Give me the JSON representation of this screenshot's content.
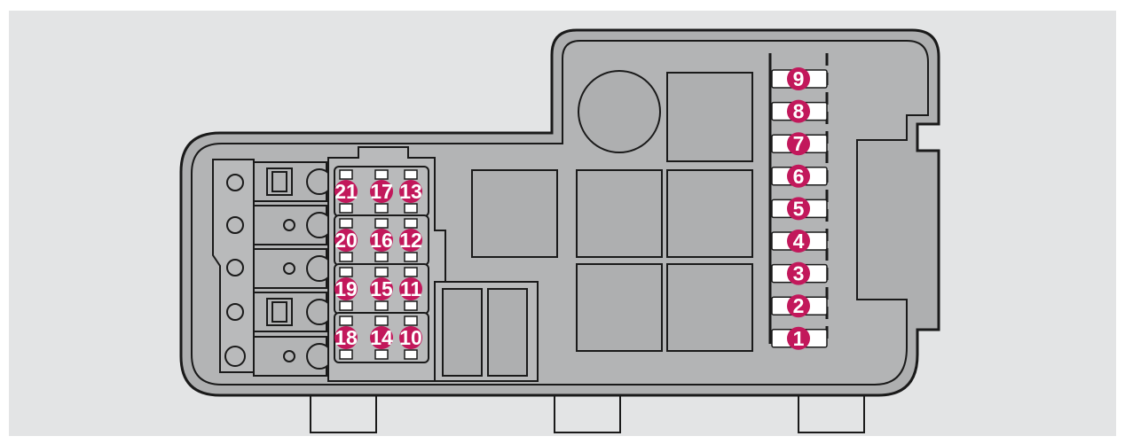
{
  "colors": {
    "background": "#e3e4e5",
    "housing": "#aeafb0",
    "housing_inner": "#b7b8b9",
    "outline": "#1a1a1a",
    "fuse_number": "#c2185b",
    "fuse_blade": "#ffffff"
  },
  "small_fuses": [
    {
      "id": "21"
    },
    {
      "id": "17"
    },
    {
      "id": "13"
    },
    {
      "id": "20"
    },
    {
      "id": "16"
    },
    {
      "id": "12"
    },
    {
      "id": "19"
    },
    {
      "id": "15"
    },
    {
      "id": "11"
    },
    {
      "id": "18"
    },
    {
      "id": "14"
    },
    {
      "id": "10"
    }
  ],
  "strip_fuses": [
    {
      "id": "9"
    },
    {
      "id": "8"
    },
    {
      "id": "7"
    },
    {
      "id": "6"
    },
    {
      "id": "5"
    },
    {
      "id": "4"
    },
    {
      "id": "3"
    },
    {
      "id": "2"
    },
    {
      "id": "1"
    }
  ]
}
